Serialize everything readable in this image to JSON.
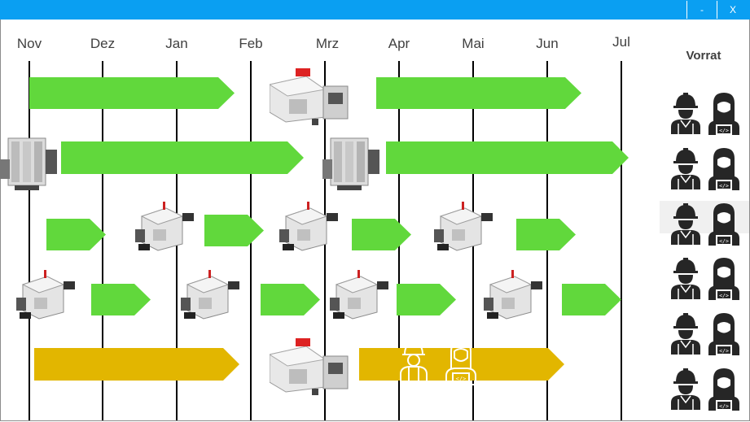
{
  "window": {
    "minimize_label": "-",
    "close_label": "X",
    "titlebar_color": "#0a9ff2"
  },
  "timeline": {
    "months": [
      "Nov",
      "Dez",
      "Jan",
      "Feb",
      "Mrz",
      "Apr",
      "Mai",
      "Jun",
      "Jul"
    ]
  },
  "colors": {
    "task_green": "#61d83c",
    "task_gold": "#e2b600",
    "icon_dark": "#262626",
    "icon_outline_light": "#ffffff"
  },
  "sidebar": {
    "title": "Vorrat",
    "rows": [
      {
        "icons": [
          "construction-worker-icon",
          "developer-icon"
        ],
        "highlighted": false
      },
      {
        "icons": [
          "construction-worker-icon",
          "developer-icon"
        ],
        "highlighted": false
      },
      {
        "icons": [
          "construction-worker-icon",
          "developer-icon"
        ],
        "highlighted": true
      },
      {
        "icons": [
          "construction-worker-icon",
          "developer-icon"
        ],
        "highlighted": false
      },
      {
        "icons": [
          "construction-worker-icon",
          "developer-icon"
        ],
        "highlighted": false
      },
      {
        "icons": [
          "construction-worker-icon",
          "developer-icon"
        ],
        "highlighted": false
      }
    ]
  }
}
